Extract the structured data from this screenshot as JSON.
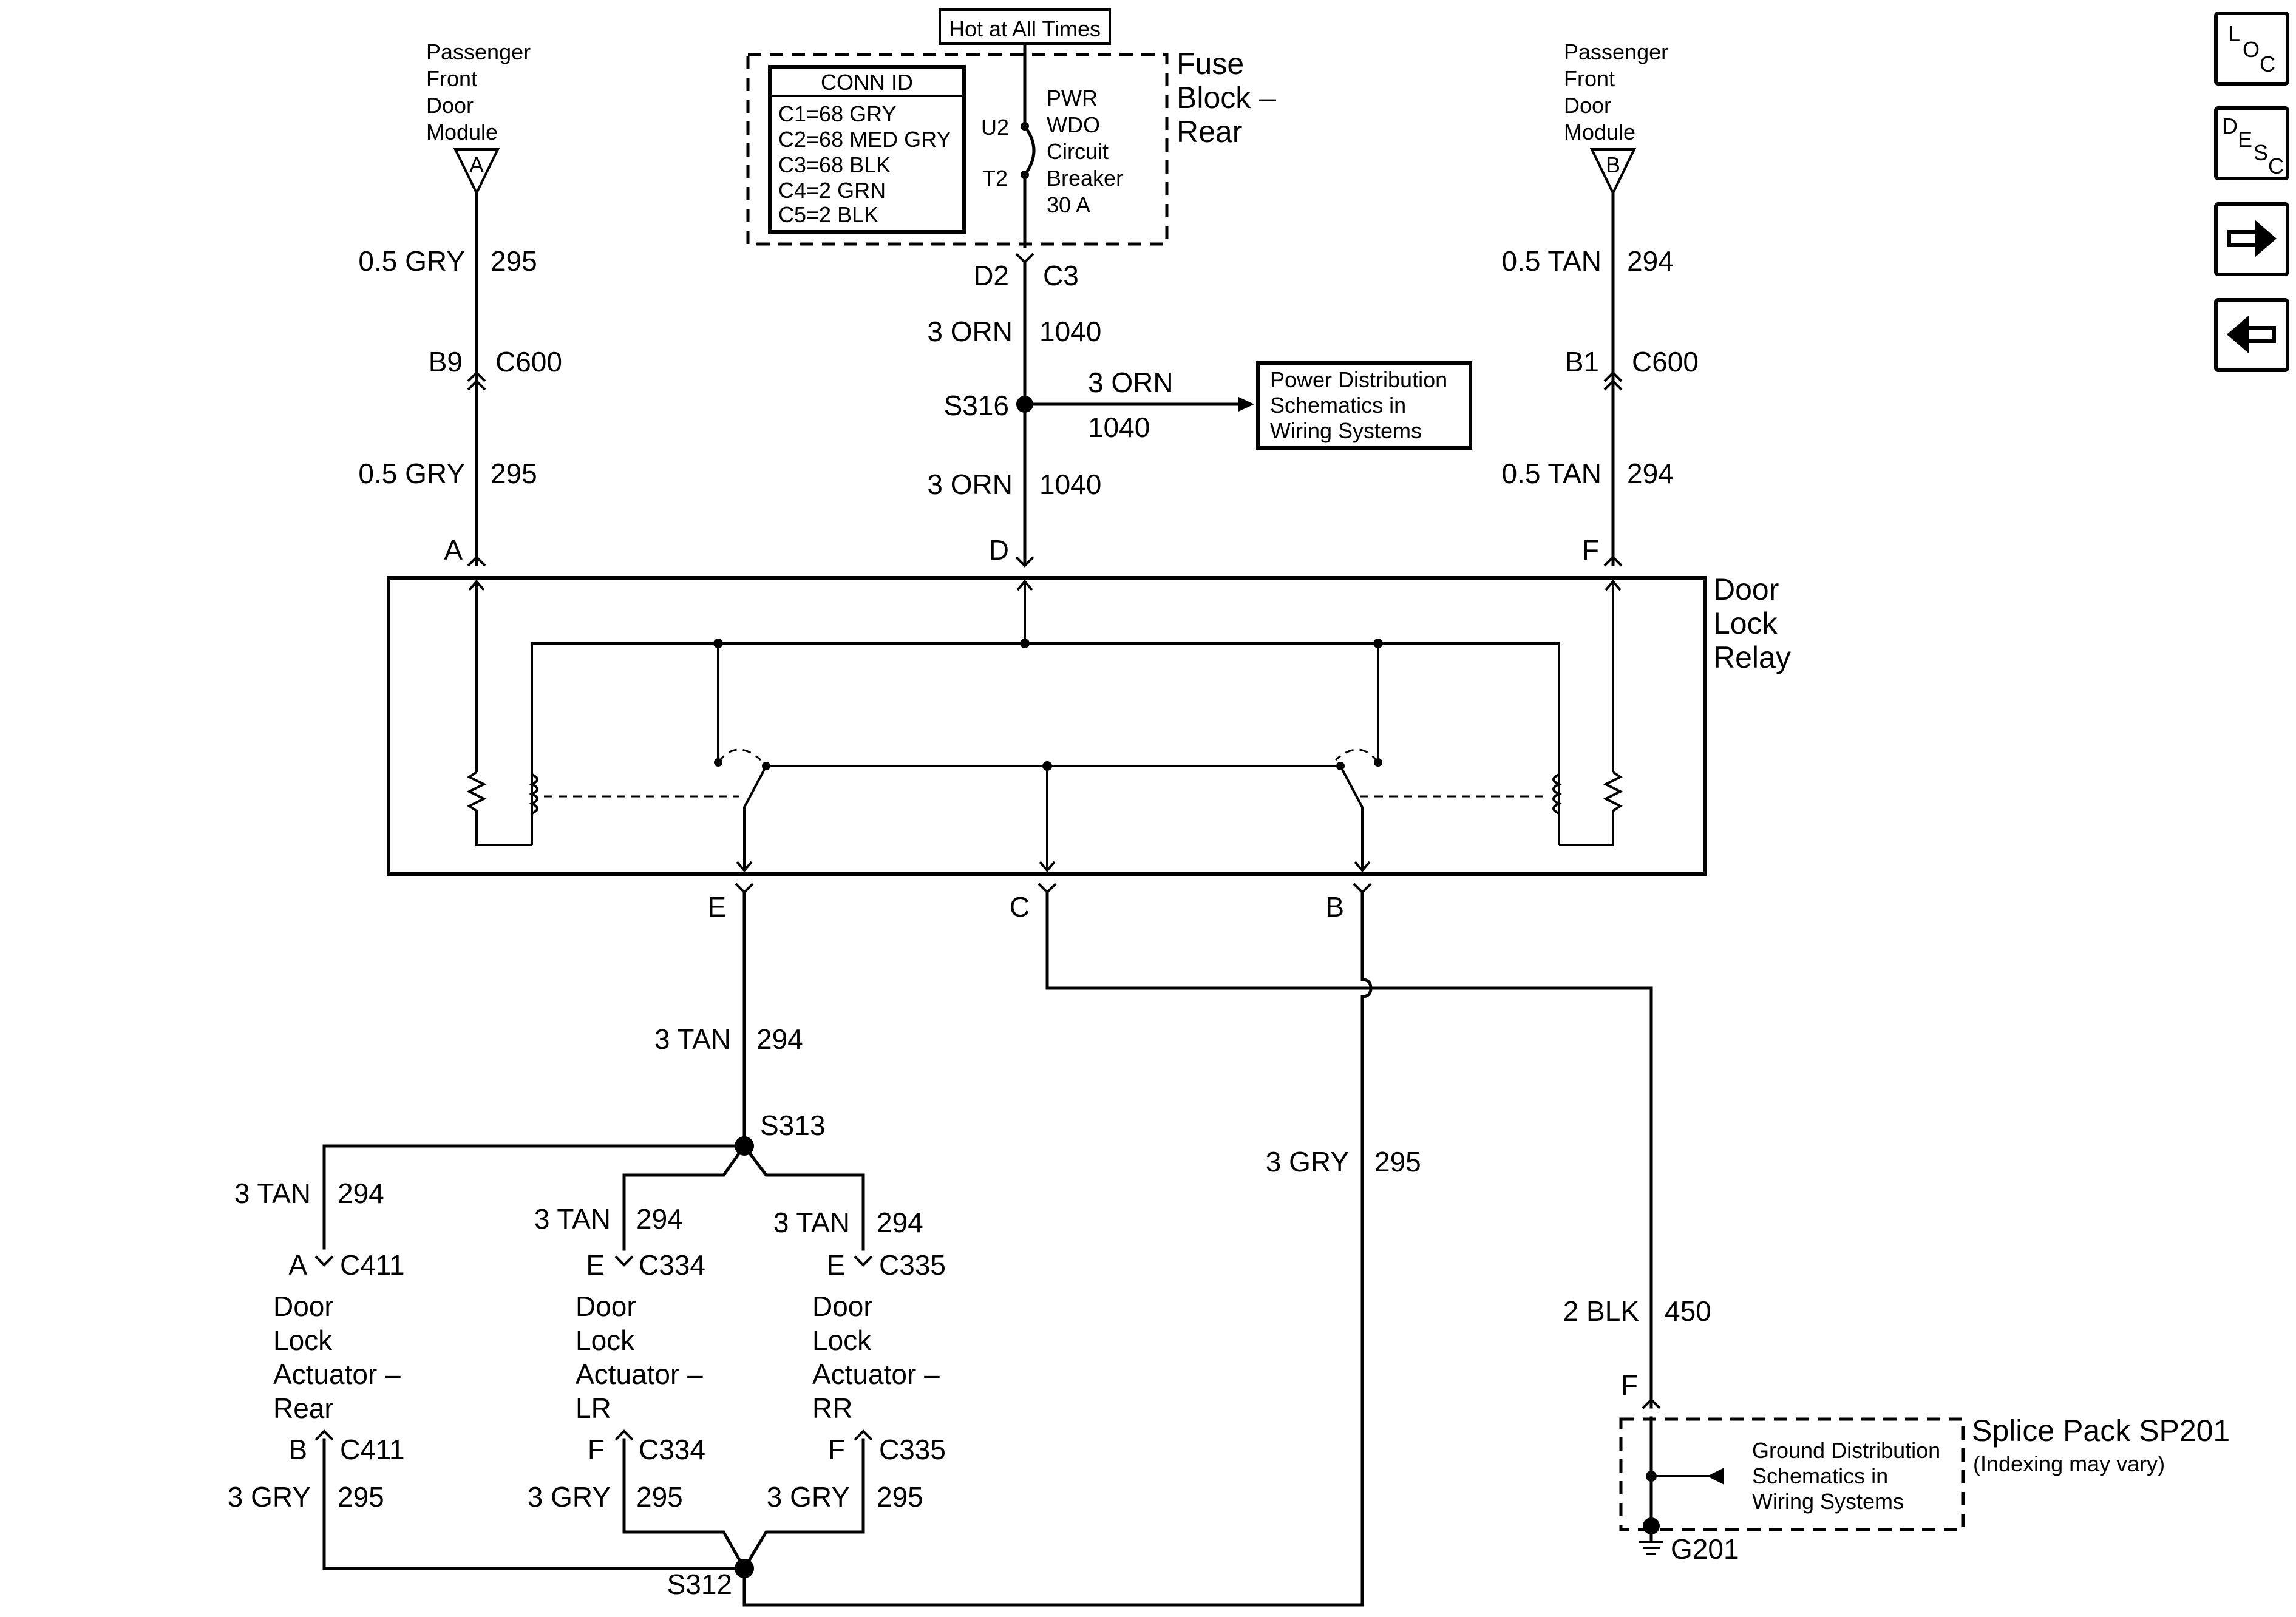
{
  "hot_at_all_times": "Hot at All Times",
  "fuse_block": {
    "line1": "Fuse",
    "line2": "Block –",
    "line3": "Rear"
  },
  "conn_id": {
    "title": "CONN ID",
    "rows": [
      "C1=68 GRY",
      "C2=68 MED GRY",
      "C3=68 BLK",
      "C4=2 GRN",
      "C5=2 BLK"
    ]
  },
  "breaker": {
    "u2": "U2",
    "t2": "T2",
    "lines": [
      "PWR",
      "WDO",
      "Circuit",
      "Breaker",
      "30 A"
    ]
  },
  "pfdm_left": {
    "lines": [
      "Passenger",
      "Front",
      "Door",
      "Module"
    ],
    "pin": "A"
  },
  "pfdm_right": {
    "lines": [
      "Passenger",
      "Front",
      "Door",
      "Module"
    ],
    "pin": "B"
  },
  "wires": {
    "w_05gry": "0.5 GRY",
    "c295": "295",
    "w_05tan": "0.5 TAN",
    "c294": "294",
    "w_3orn": "3 ORN",
    "c1040": "1040",
    "w_3tan": "3 TAN",
    "w_3gry": "3 GRY",
    "w_2blk": "2 BLK",
    "c450": "450"
  },
  "connectors": {
    "b9": "B9",
    "b1": "B1",
    "c600": "C600",
    "d2": "D2",
    "c3": "C3",
    "a": "A",
    "d": "D",
    "f": "F",
    "e": "E",
    "c": "C",
    "b": "B",
    "c411": "C411",
    "c334": "C334",
    "c335": "C335"
  },
  "splices": {
    "s316": "S316",
    "s313": "S313",
    "s312": "S312"
  },
  "power_dist": {
    "lines": [
      "Power Distribution",
      "Schematics in",
      "Wiring Systems"
    ]
  },
  "relay": {
    "lines": [
      "Door",
      "Lock",
      "Relay"
    ]
  },
  "actuators": {
    "rear": [
      "Door",
      "Lock",
      "Actuator –",
      "Rear"
    ],
    "lr": [
      "Door",
      "Lock",
      "Actuator –",
      "LR"
    ],
    "rr": [
      "Door",
      "Lock",
      "Actuator –",
      "RR"
    ]
  },
  "splice_pack": {
    "title": "Splice Pack SP201",
    "note": "(Indexing may vary)"
  },
  "ground_dist": {
    "lines": [
      "Ground Distribution",
      "Schematics in",
      "Wiring Systems"
    ]
  },
  "ground": "G201",
  "nav": {
    "loc": [
      "L",
      "O",
      "C"
    ],
    "desc": [
      "D",
      "E",
      "S",
      "C"
    ]
  }
}
